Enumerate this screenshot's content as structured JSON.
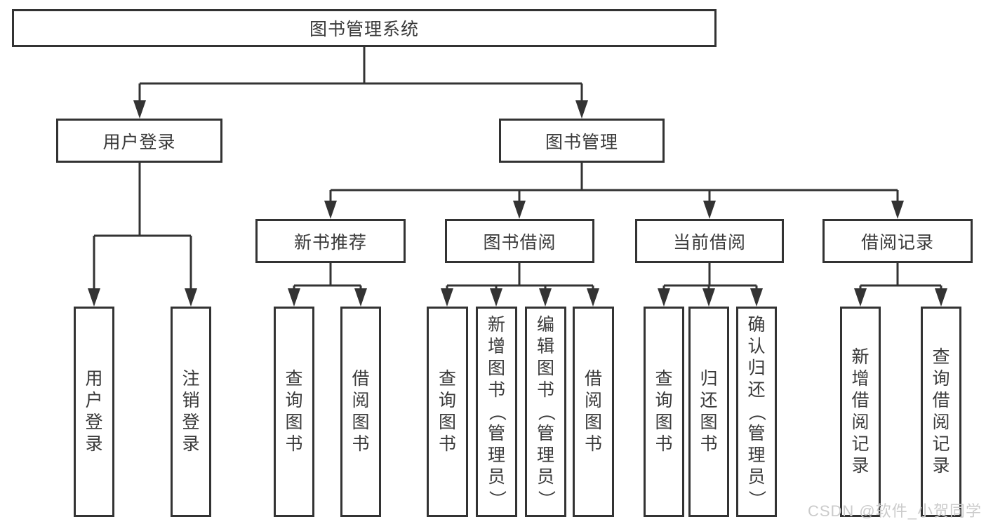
{
  "colors": {
    "line": "#333333",
    "box_border": "#333333",
    "text": "#3a3a3a",
    "background": "#ffffff",
    "watermark": "#cbcbcb"
  },
  "watermark": {
    "text": "CSDN @软件_小贺同学"
  },
  "tree": {
    "root": {
      "label": "图书管理系统",
      "children": [
        {
          "label": "用户登录",
          "children": [
            {
              "label": "用户登录"
            },
            {
              "label": "注销登录"
            }
          ]
        },
        {
          "label": "图书管理",
          "children": [
            {
              "label": "新书推荐",
              "children": [
                {
                  "label": "查询图书"
                },
                {
                  "label": "借阅图书"
                }
              ]
            },
            {
              "label": "图书借阅",
              "children": [
                {
                  "label": "查询图书"
                },
                {
                  "label": "新增图书（管理员）"
                },
                {
                  "label": "编辑图书（管理员）"
                },
                {
                  "label": "借阅图书"
                }
              ]
            },
            {
              "label": "当前借阅",
              "children": [
                {
                  "label": "查询图书"
                },
                {
                  "label": "归还图书"
                },
                {
                  "label": "确认归还（管理员）"
                }
              ]
            },
            {
              "label": "借阅记录",
              "children": [
                {
                  "label": "新增借阅记录"
                },
                {
                  "label": "查询借阅记录"
                }
              ]
            }
          ]
        }
      ]
    }
  }
}
